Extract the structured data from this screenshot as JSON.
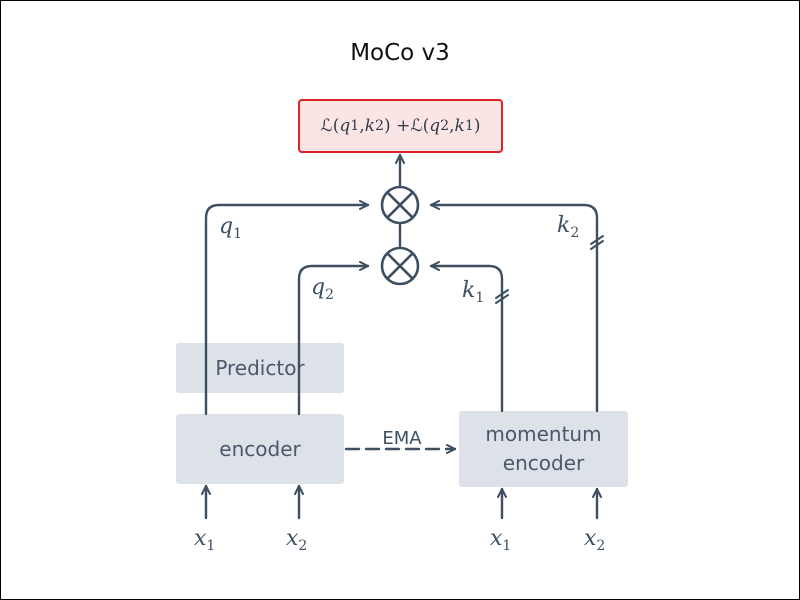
{
  "title": "MoCo v3",
  "loss": {
    "L": "ℒ",
    "open": "(",
    "q1": "q",
    "sub1": "1",
    "comma1": ", ",
    "k2": "k",
    "sub2": "2",
    "mid": ") + ",
    "L2": "ℒ",
    "open2": "(",
    "q2": "q",
    "sub3": "2",
    "comma2": ", ",
    "k1": "k",
    "sub4": "1",
    "close": ")"
  },
  "boxes": {
    "predictor": "Predictor",
    "encoder": "encoder",
    "momentum_line1": "momentum",
    "momentum_line2": "encoder"
  },
  "edge_labels": {
    "ema": "EMA",
    "q1": "q",
    "q1_sub": "1",
    "q2": "q",
    "q2_sub": "2",
    "k1": "k",
    "k1_sub": "1",
    "k2": "k",
    "k2_sub": "2"
  },
  "inputs": {
    "x": "x",
    "sub1": "1",
    "sub2": "2"
  },
  "colors": {
    "line": "#3d4f61",
    "box_fill": "#dde1e8",
    "loss_fill": "#fbe4e4",
    "loss_border": "#e0202a"
  }
}
